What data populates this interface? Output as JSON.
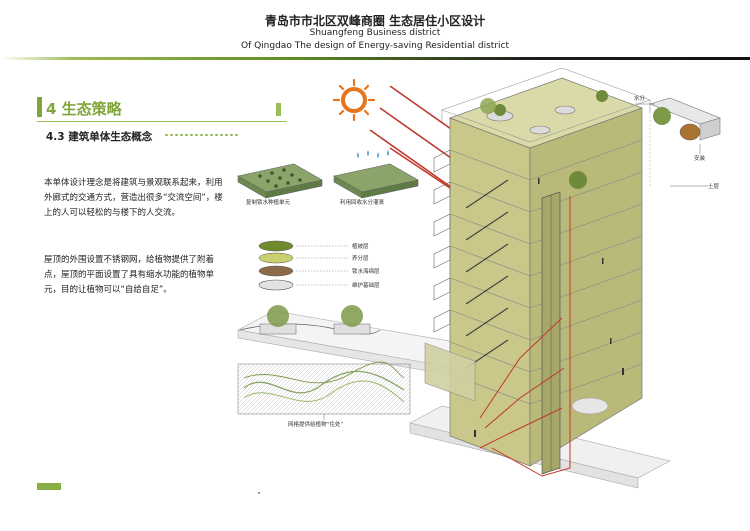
{
  "header": {
    "title_cn": "青岛市市北区双峰商圈 生态居住小区设计",
    "title_en_1": "Shuangfeng Business district",
    "title_en_2": "Of Qingdao The design of Energy-saving Residential district"
  },
  "section": {
    "heading": "4 生态策略",
    "subheading": "4.3 建筑单体生态概念"
  },
  "body": {
    "para1": "本单体设计理念是将建筑与景观联系起来，利用外廊式的交通方式，营造出很多“交流空间”，楼上的人可以轻松的与楼下的人交流。",
    "para2": "屋顶的外围设置不锈钢网，给植物提供了附着点，屋顶的平面设置了具有缩水功能的植物单元，目的让植物可以“自给自足”。"
  },
  "diagram": {
    "planter_unit_label": "复制锁水种植单元",
    "irrigation_label": "利用回收水分灌溉",
    "layers": [
      "植被层",
      "养分层",
      "锁水海绵层",
      "维护基础层"
    ],
    "mesh_caption": "网格提供给植物“住处”",
    "water_label": "水分",
    "install_label": "安装",
    "soil_label": "土层"
  },
  "colors": {
    "accent_green": "#7fa63a",
    "facade": "#c9c88a",
    "sun": "#e8741c",
    "arrow": "#c0392b"
  }
}
